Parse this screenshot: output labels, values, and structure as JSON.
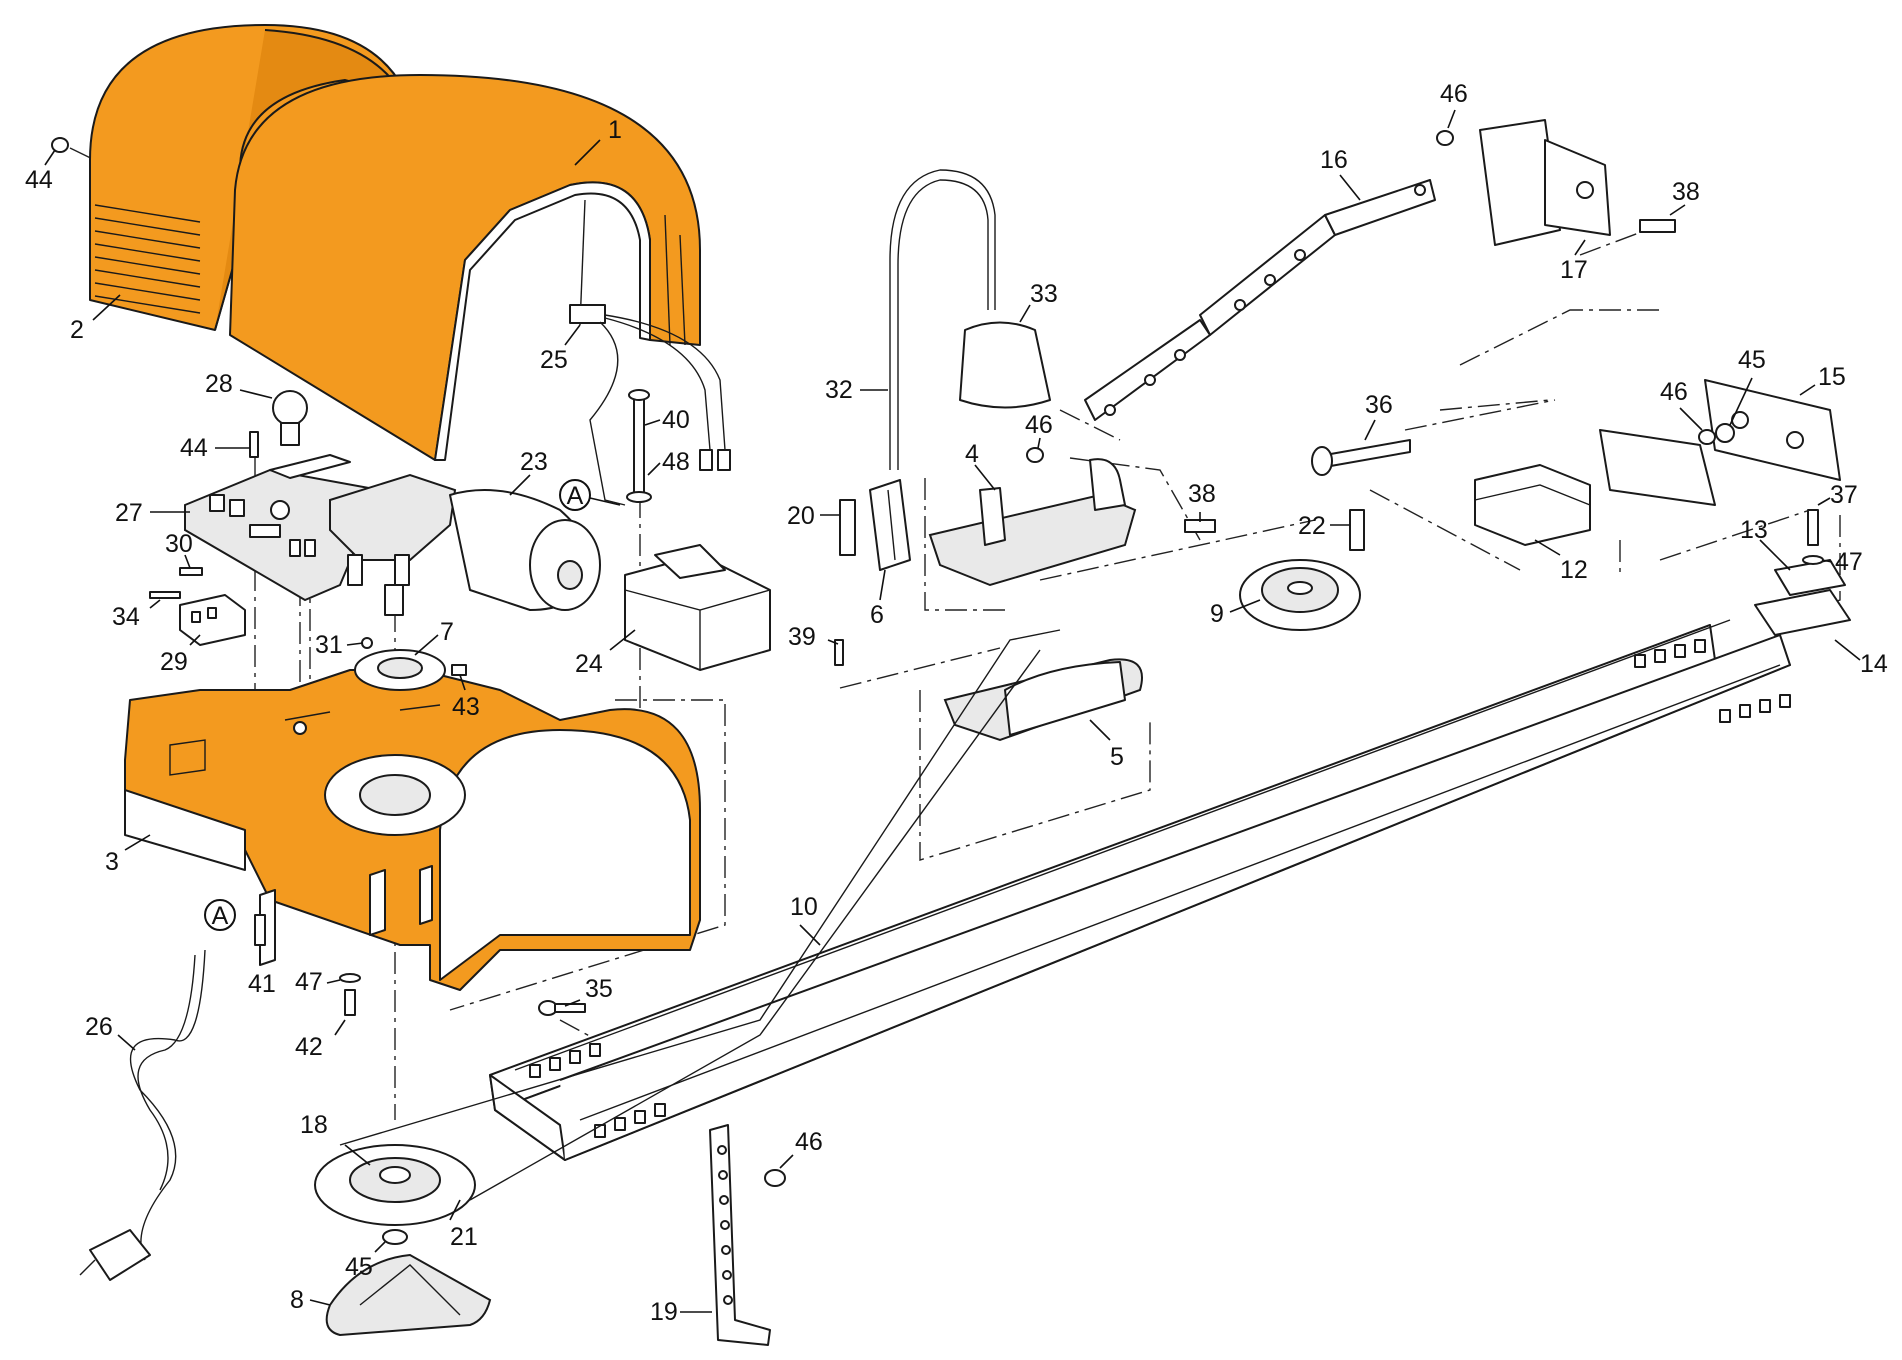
{
  "diagram": {
    "connector_marker": "A",
    "colors": {
      "housing": "#f39a1f",
      "outline": "#1a1a1a",
      "background": "#ffffff"
    },
    "callouts": [
      {
        "label": "1"
      },
      {
        "label": "2"
      },
      {
        "label": "3"
      },
      {
        "label": "4"
      },
      {
        "label": "5"
      },
      {
        "label": "6"
      },
      {
        "label": "7"
      },
      {
        "label": "8"
      },
      {
        "label": "9"
      },
      {
        "label": "10"
      },
      {
        "label": "12"
      },
      {
        "label": "13"
      },
      {
        "label": "14"
      },
      {
        "label": "15"
      },
      {
        "label": "16"
      },
      {
        "label": "17"
      },
      {
        "label": "18"
      },
      {
        "label": "19"
      },
      {
        "label": "20"
      },
      {
        "label": "21"
      },
      {
        "label": "22"
      },
      {
        "label": "23"
      },
      {
        "label": "24"
      },
      {
        "label": "25"
      },
      {
        "label": "26"
      },
      {
        "label": "27"
      },
      {
        "label": "28"
      },
      {
        "label": "29"
      },
      {
        "label": "30"
      },
      {
        "label": "31"
      },
      {
        "label": "32"
      },
      {
        "label": "33"
      },
      {
        "label": "34"
      },
      {
        "label": "35"
      },
      {
        "label": "36"
      },
      {
        "label": "37"
      },
      {
        "label": "38"
      },
      {
        "label": "38"
      },
      {
        "label": "39"
      },
      {
        "label": "40"
      },
      {
        "label": "41"
      },
      {
        "label": "42"
      },
      {
        "label": "43"
      },
      {
        "label": "44"
      },
      {
        "label": "44"
      },
      {
        "label": "45"
      },
      {
        "label": "45"
      },
      {
        "label": "46"
      },
      {
        "label": "46"
      },
      {
        "label": "46"
      },
      {
        "label": "46"
      },
      {
        "label": "47"
      },
      {
        "label": "47"
      },
      {
        "label": "48"
      }
    ]
  }
}
